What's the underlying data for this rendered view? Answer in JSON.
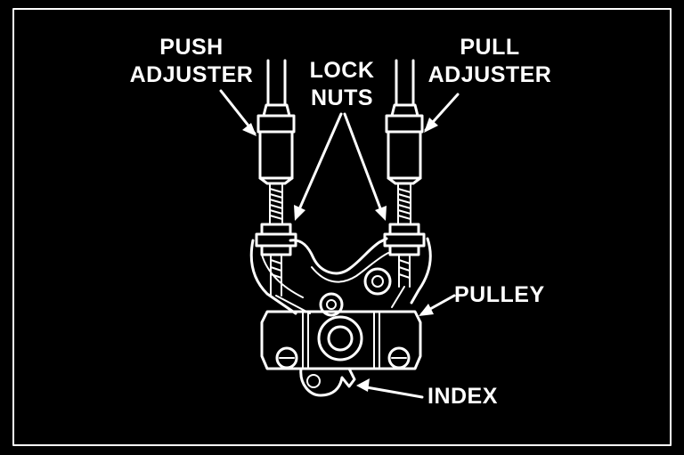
{
  "diagram": {
    "labels": {
      "push_adjuster": [
        "PUSH",
        "ADJUSTER"
      ],
      "lock_nuts": [
        "LOCK",
        "NUTS"
      ],
      "pull_adjuster": [
        "PULL",
        "ADJUSTER"
      ],
      "pulley": "PULLEY",
      "index": "INDEX"
    }
  },
  "colors": {
    "background": "#000000",
    "line": "#ffffff",
    "frame": "#ffffff"
  }
}
